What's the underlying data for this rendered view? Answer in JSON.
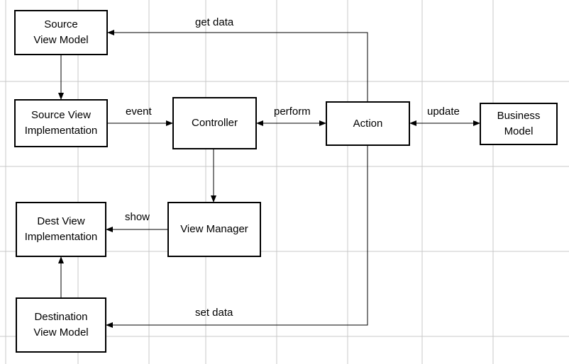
{
  "diagram": {
    "nodes": {
      "source_view_model": {
        "line1": "Source",
        "line2": "View Model"
      },
      "source_view_impl": {
        "line1": "Source View",
        "line2": "Implementation"
      },
      "controller": {
        "label": "Controller"
      },
      "action": {
        "label": "Action"
      },
      "business_model": {
        "line1": "Business",
        "line2": "Model"
      },
      "dest_view_impl": {
        "line1": "Dest View",
        "line2": "Implementation"
      },
      "view_manager": {
        "label": "View Manager"
      },
      "destination_view_model": {
        "line1": "Destination",
        "line2": "View Model"
      }
    },
    "edges": {
      "get_data": "get data",
      "event": "event",
      "perform": "perform",
      "update": "update",
      "show": "show",
      "set_data": "set data"
    }
  },
  "colors": {
    "grid": "#c8c8c8",
    "stroke": "#000000",
    "background": "#ffffff"
  }
}
